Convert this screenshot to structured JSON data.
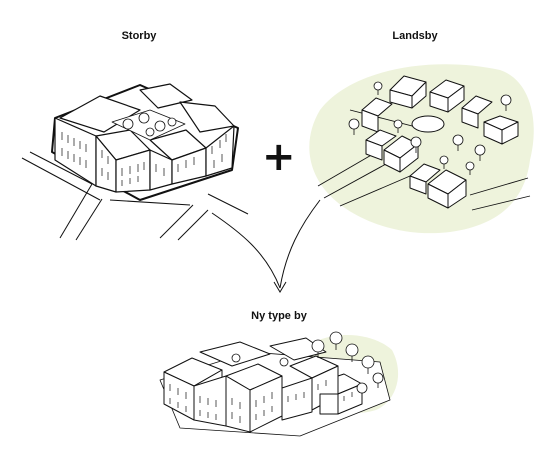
{
  "labels": {
    "storby": "Storby",
    "landsby": "Landsby",
    "ny_type_by": "Ny type by"
  },
  "operator": "+",
  "colors": {
    "ink": "#111111",
    "greenery_wash": "#eef3dc",
    "roof_fill": "#ffffff",
    "shadow_wall": "#e8e8e8"
  }
}
